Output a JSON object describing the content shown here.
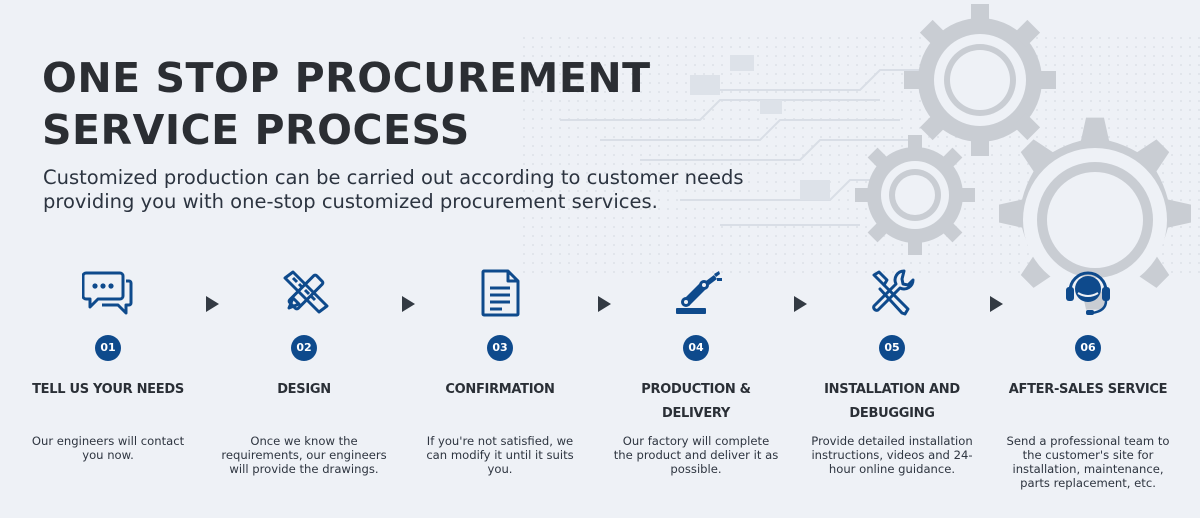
{
  "header": {
    "title_line1": "ONE STOP PROCUREMENT",
    "title_line2": "SERVICE PROCESS",
    "subtitle_line1": "Customized production can be carried out according to customer needs",
    "subtitle_line2": "providing you with one-stop customized procurement services."
  },
  "colors": {
    "accent": "#0e4a8c",
    "background": "#eef1f6",
    "heading": "#2b2e33",
    "gear": "#c8ccd2"
  },
  "steps": [
    {
      "number": "01",
      "icon": "chat-bubbles-icon",
      "title": "TELL US YOUR NEEDS",
      "desc": "Our engineers will contact  you now."
    },
    {
      "number": "02",
      "icon": "design-tools-icon",
      "title": "DESIGN",
      "desc": "Once we know the requirements, our engineers will provide the drawings."
    },
    {
      "number": "03",
      "icon": "document-icon",
      "title": "CONFIRMATION",
      "desc": "If you're not satisfied, we can modify it until it suits you."
    },
    {
      "number": "04",
      "icon": "robot-arm-icon",
      "title": "PRODUCTION & DELIVERY",
      "desc": "Our factory will complete the product and deliver it as possible."
    },
    {
      "number": "05",
      "icon": "wrench-screwdriver-icon",
      "title": "INSTALLATION AND DEBUGGING",
      "desc": "Provide detailed installation instructions, videos and 24-hour online guidance."
    },
    {
      "number": "06",
      "icon": "headset-support-icon",
      "title": "AFTER-SALES SERVICE",
      "desc": "Send a professional team to the customer's site for installation, maintenance, parts replacement, etc."
    }
  ]
}
